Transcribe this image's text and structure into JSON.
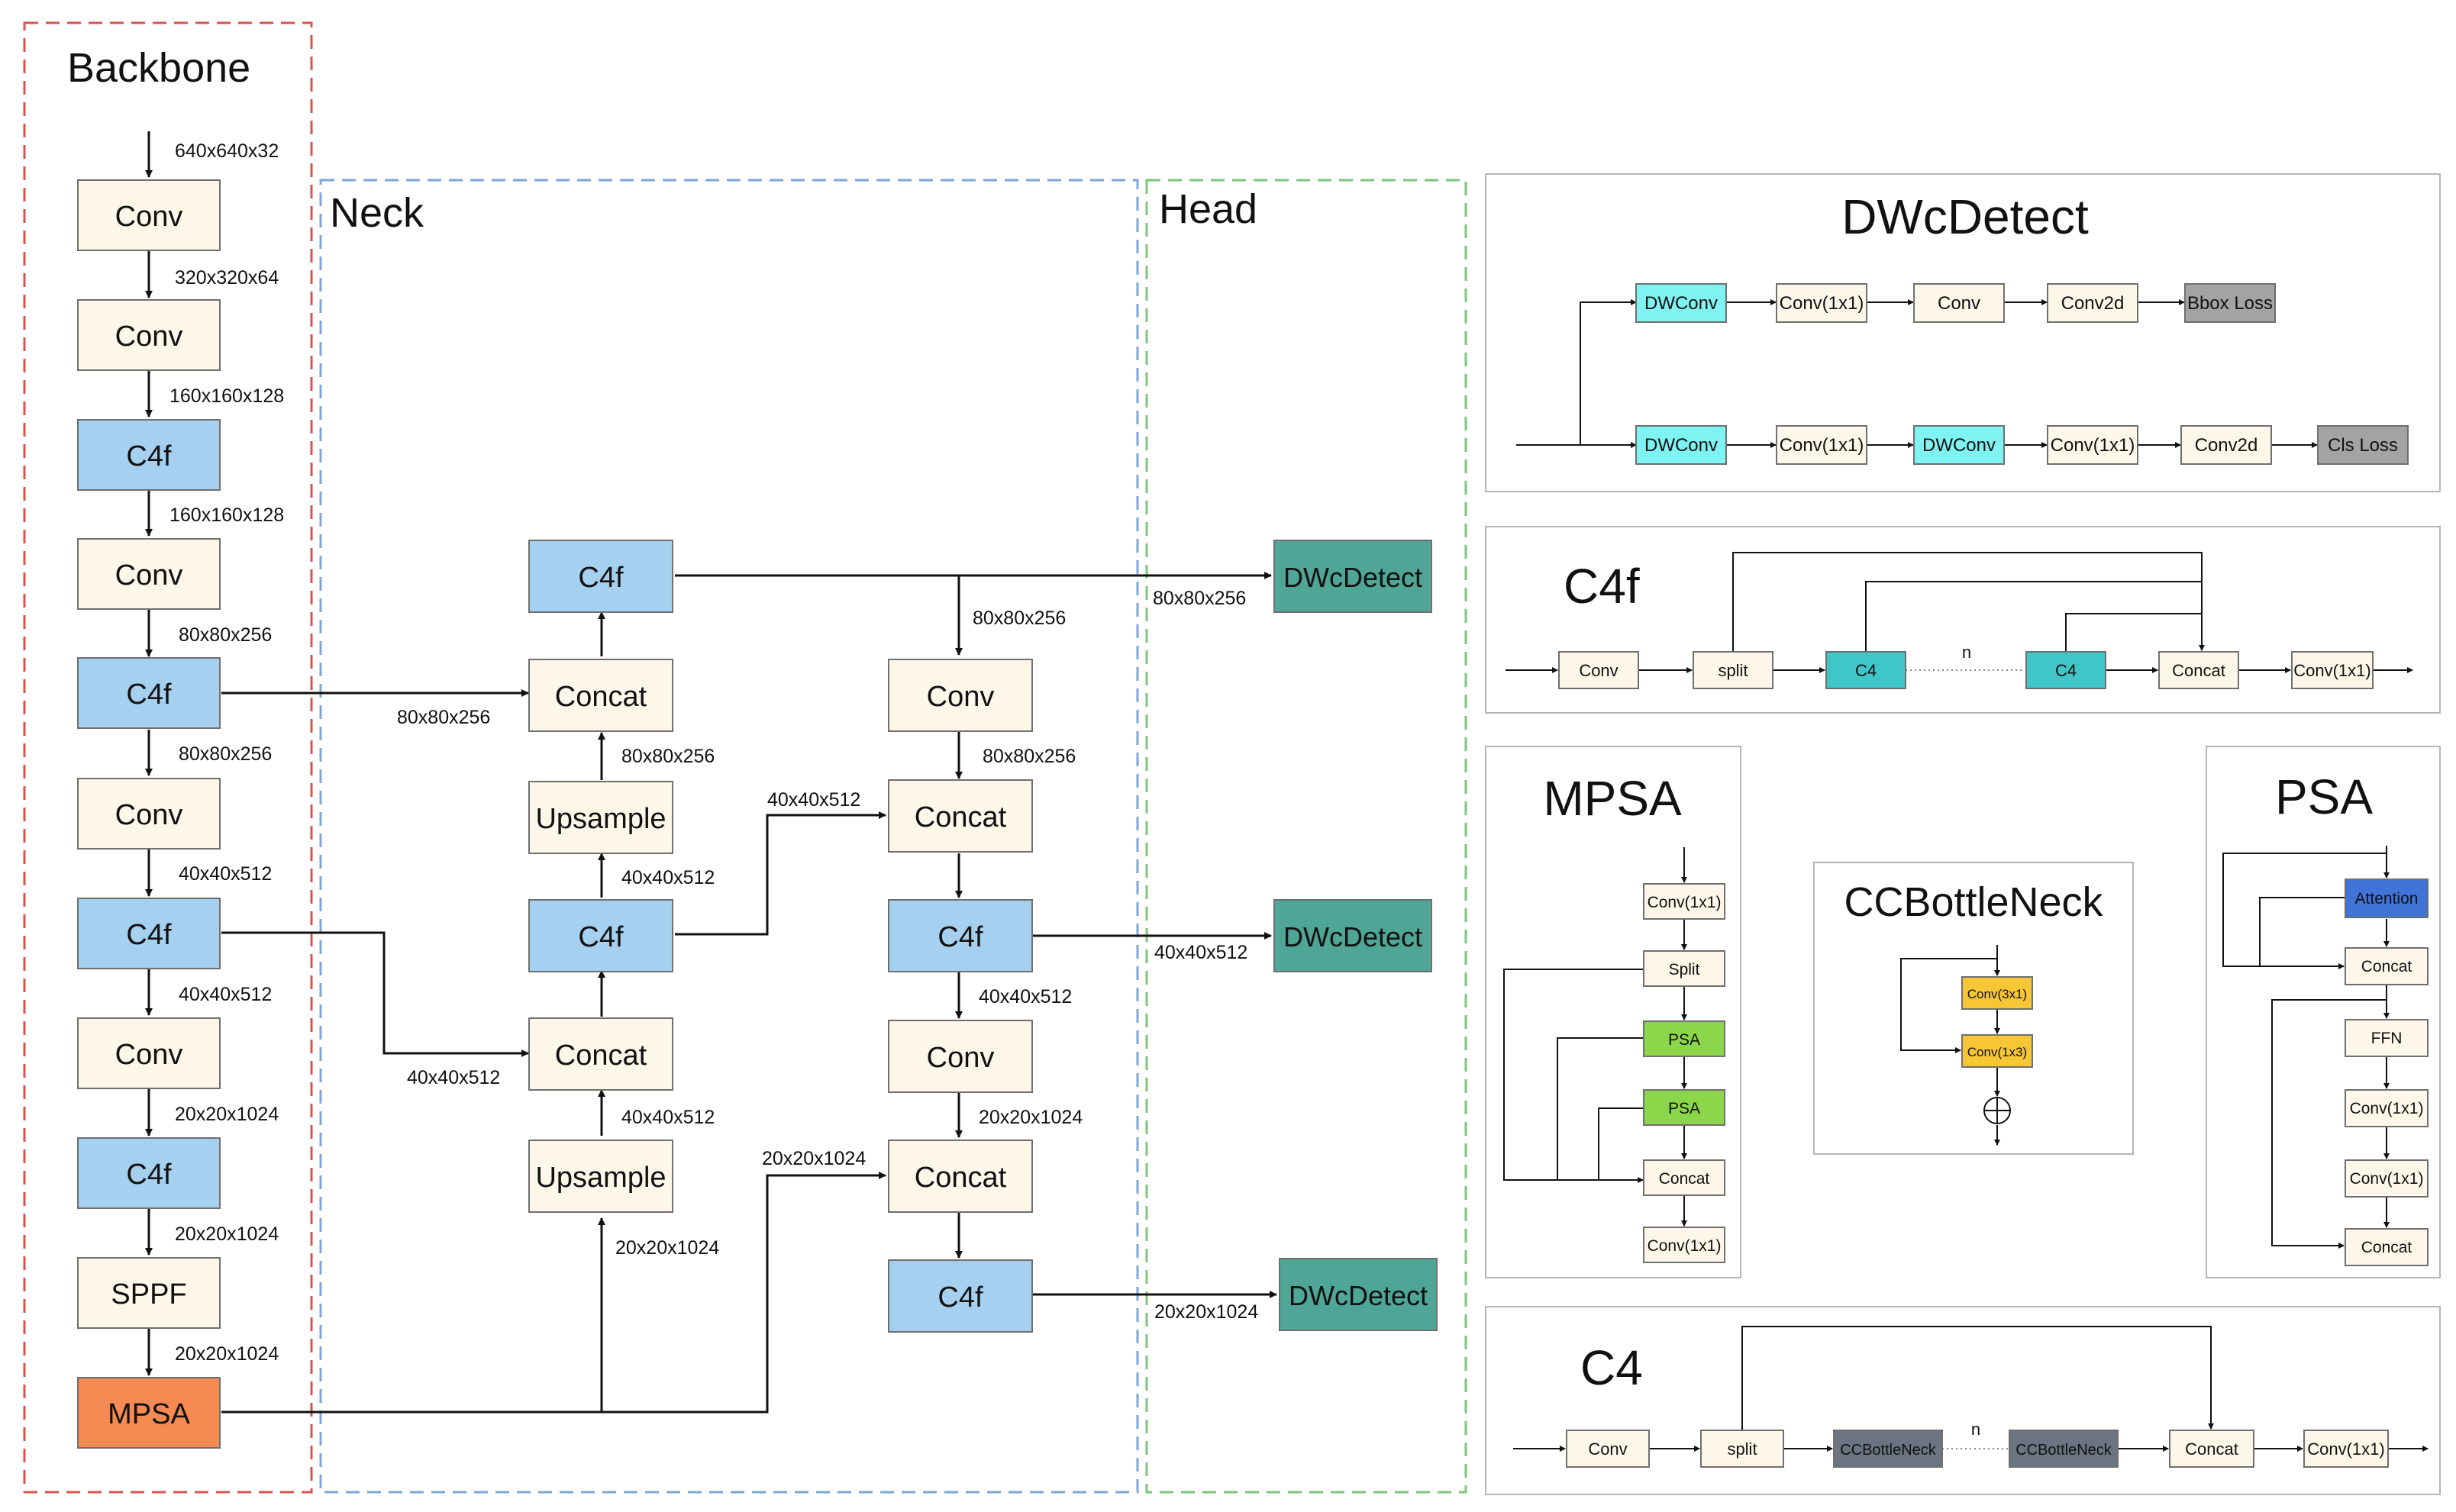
{
  "regions": {
    "backbone": "Backbone",
    "neck": "Neck",
    "head": "Head"
  },
  "colors": {
    "conv": "#fdf7e9",
    "c4f": "#a6d0ef",
    "detect": "#4fa596",
    "mpsa": "#f58a52",
    "dwconv": "#7ff3f2",
    "loss": "#a3a3a3",
    "psa": "#8bd64a",
    "ccconv": "#f7c634",
    "attention": "#3f74d6",
    "ccbottleneck": "#6b7480",
    "backbone_border": "#d9534f",
    "neck_border": "#7ea6d8",
    "head_border": "#7cc57c"
  },
  "nodes": {
    "b_conv1": "Conv",
    "b_conv2": "Conv",
    "b_c4f1": "C4f",
    "b_conv3": "Conv",
    "b_c4f2": "C4f",
    "b_conv4": "Conv",
    "b_c4f3": "C4f",
    "b_conv5": "Conv",
    "b_c4f4": "C4f",
    "b_sppf": "SPPF",
    "b_mpsa": "MPSA",
    "n_c4f_top": "C4f",
    "n_concat1": "Concat",
    "n_upsample1": "Upsample",
    "n_c4f_mid": "C4f",
    "n_concat2": "Concat",
    "n_upsample2": "Upsample",
    "n_conv_a": "Conv",
    "n_concat3": "Concat",
    "n_c4f_r1": "C4f",
    "n_conv_b": "Conv",
    "n_concat4": "Concat",
    "n_c4f_r2": "C4f",
    "h_det1": "DWcDetect",
    "h_det2": "DWcDetect",
    "h_det3": "DWcDetect"
  },
  "labels": {
    "in": "640x640x32",
    "b1": "320x320x64",
    "b2": "160x160x128",
    "b3": "160x160x128",
    "b4": "80x80x256",
    "b5": "80x80x256",
    "b6": "40x40x512",
    "b7": "40x40x512",
    "b8": "20x20x1024",
    "b9": "20x20x1024",
    "b10": "20x20x1024",
    "c4f2_concat1": "80x80x256",
    "up1_concat1": "80x80x256",
    "c4fmid_up1": "40x40x512",
    "c4f3_concat2": "40x40x512",
    "up2_concat2": "40x40x512",
    "mpsa_up2": "20x20x1024",
    "c4fmid_concat3": "40x40x512",
    "top_conv": "80x80x256",
    "conv_concat3": "80x80x256",
    "r1_conv": "40x40x512",
    "convb_concat4": "20x20x1024",
    "mpsa_concat4": "20x20x1024",
    "det1": "80x80x256",
    "det2": "40x40x512",
    "det3": "20x20x1024"
  },
  "dwcdetect": {
    "title": "DWcDetect",
    "row1": [
      "DWConv",
      "Conv(1x1)",
      "Conv",
      "Conv2d",
      "Bbox Loss"
    ],
    "row2": [
      "DWConv",
      "Conv(1x1)",
      "DWConv",
      "Conv(1x1)",
      "Conv2d",
      "Cls Loss"
    ]
  },
  "c4f_panel": {
    "title": "C4f",
    "nodes": [
      "Conv",
      "split",
      "C4",
      "C4",
      "Concat",
      "Conv(1x1)"
    ],
    "n": "n"
  },
  "mpsa_panel": {
    "title": "MPSA",
    "nodes": [
      "Conv(1x1)",
      "Split",
      "PSA",
      "PSA",
      "Concat",
      "Conv(1x1)"
    ]
  },
  "ccbottleneck_panel": {
    "title": "CCBottleNeck",
    "nodes": [
      "Conv(3x1)",
      "Conv(1x3)"
    ]
  },
  "psa_panel": {
    "title": "PSA",
    "nodes": [
      "Attention",
      "Concat",
      "FFN",
      "Conv(1x1)",
      "Conv(1x1)",
      "Concat"
    ]
  },
  "c4_panel": {
    "title": "C4",
    "nodes": [
      "Conv",
      "split",
      "CCBottleNeck",
      "CCBottleNeck",
      "Concat",
      "Conv(1x1)"
    ],
    "n": "n"
  }
}
